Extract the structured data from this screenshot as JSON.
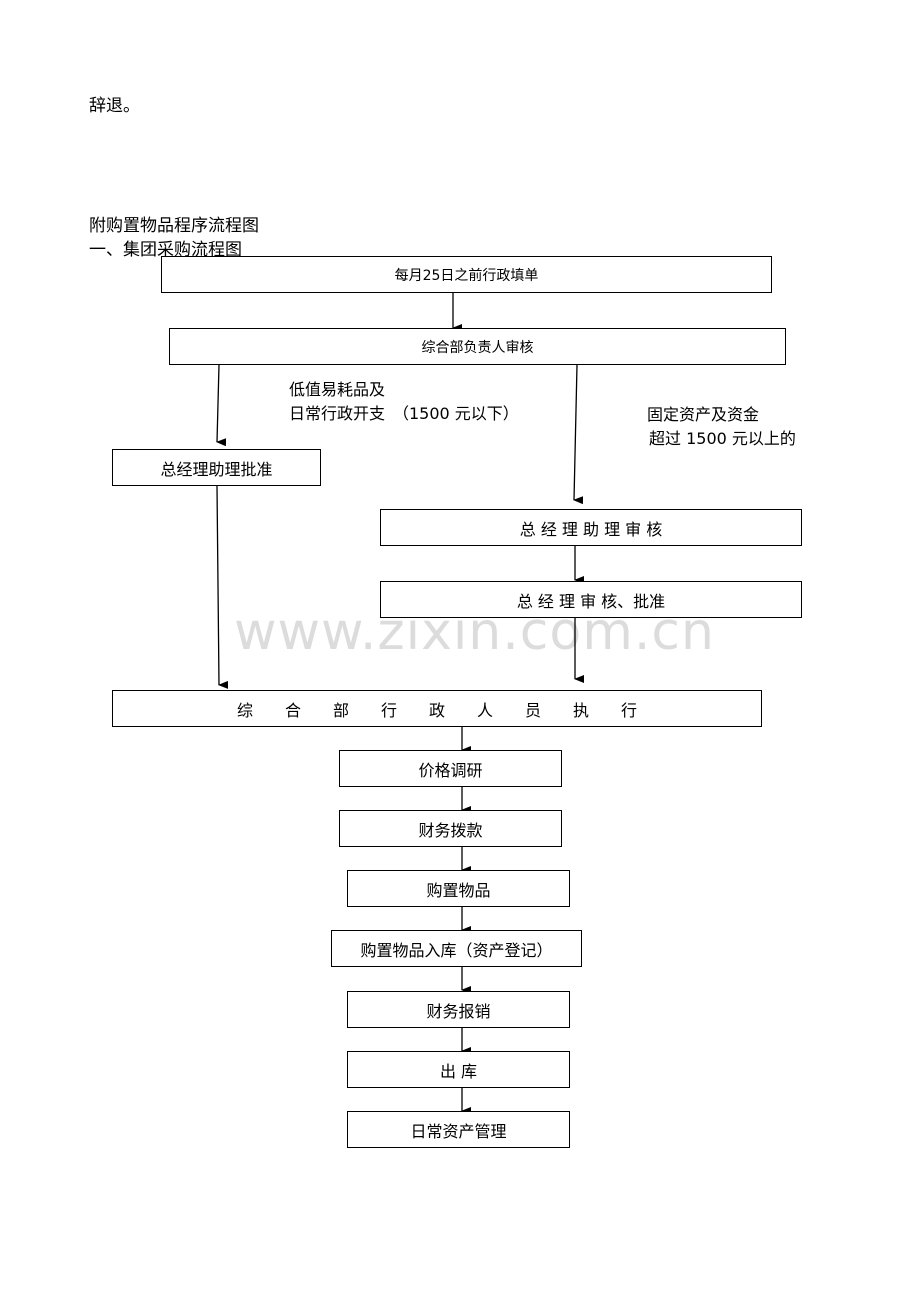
{
  "doc": {
    "intro_text": "辞退。",
    "appendix_title": "附购置物品程序流程图",
    "section_title": "一、集团采购流程图"
  },
  "flowchart": {
    "nodes": {
      "fill_form": "每月25日之前行政填单",
      "dept_review": "综合部负责人审核",
      "gm_assistant_approve": "总经理助理批准",
      "gm_assistant_review": "总 经 理 助 理 审 核",
      "gm_review_approve": "总 经 理 审 核、批准",
      "admin_execute": "综　　合　　部　　行　　政　　人　　员　　执　　行",
      "price_research": "价格调研",
      "finance_payment": "财务拨款",
      "purchase_items": "购置物品",
      "warehouse_in": "购置物品入库（资产登记）",
      "finance_reimburse": "财务报销",
      "warehouse_out": "出  库",
      "daily_asset_mgmt": "日常资产管理"
    },
    "branch_labels": {
      "left_line1": "低值易耗品及",
      "left_line2": "日常行政开支　（1500 元以下）",
      "right_line1": "固定资产及资金",
      "right_line2": "超过 1500 元以上的"
    }
  },
  "watermark": "www.zixin.com.cn"
}
